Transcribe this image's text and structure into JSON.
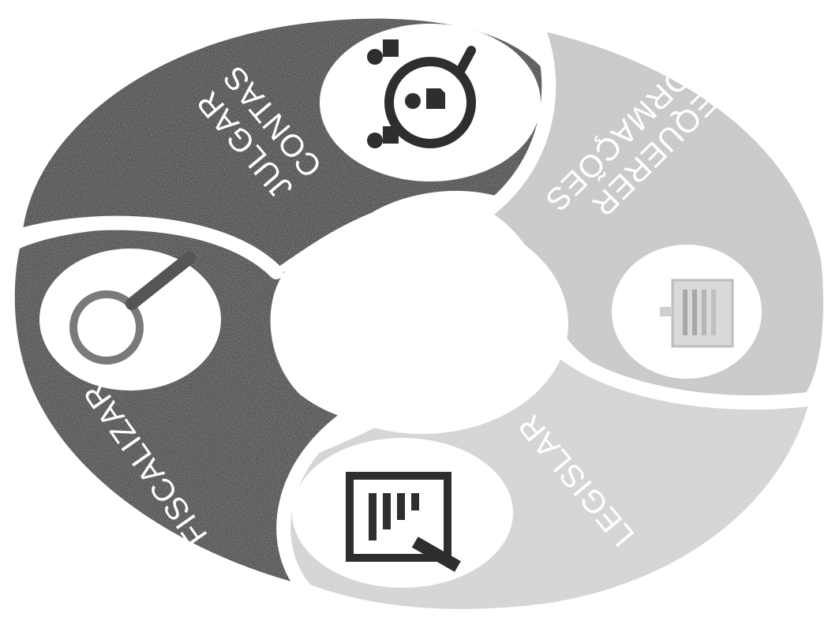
{
  "diagram": {
    "segments": [
      {
        "id": "julgar-contas",
        "label_lines": [
          "JULGAR",
          "CONTAS"
        ],
        "icon": "people-network-icon",
        "color": "#4f4f4f",
        "text_color": "#ffffff"
      },
      {
        "id": "requerer-informacoes",
        "label_lines": [
          "REQUERER",
          "INFORMAÇÕES"
        ],
        "icon": "document-icon",
        "color": "#c9c9c9",
        "text_color": "#ffffff"
      },
      {
        "id": "legislar",
        "label_lines": [
          "LEGISLAR"
        ],
        "icon": "chart-pencil-icon",
        "color": "#d6d6d6",
        "text_color": "#ffffff"
      },
      {
        "id": "fiscalizar",
        "label_lines": [
          "FISCALIZAR"
        ],
        "icon": "magnifier-icon",
        "color": "#555555",
        "text_color": "#ffffff"
      }
    ]
  }
}
